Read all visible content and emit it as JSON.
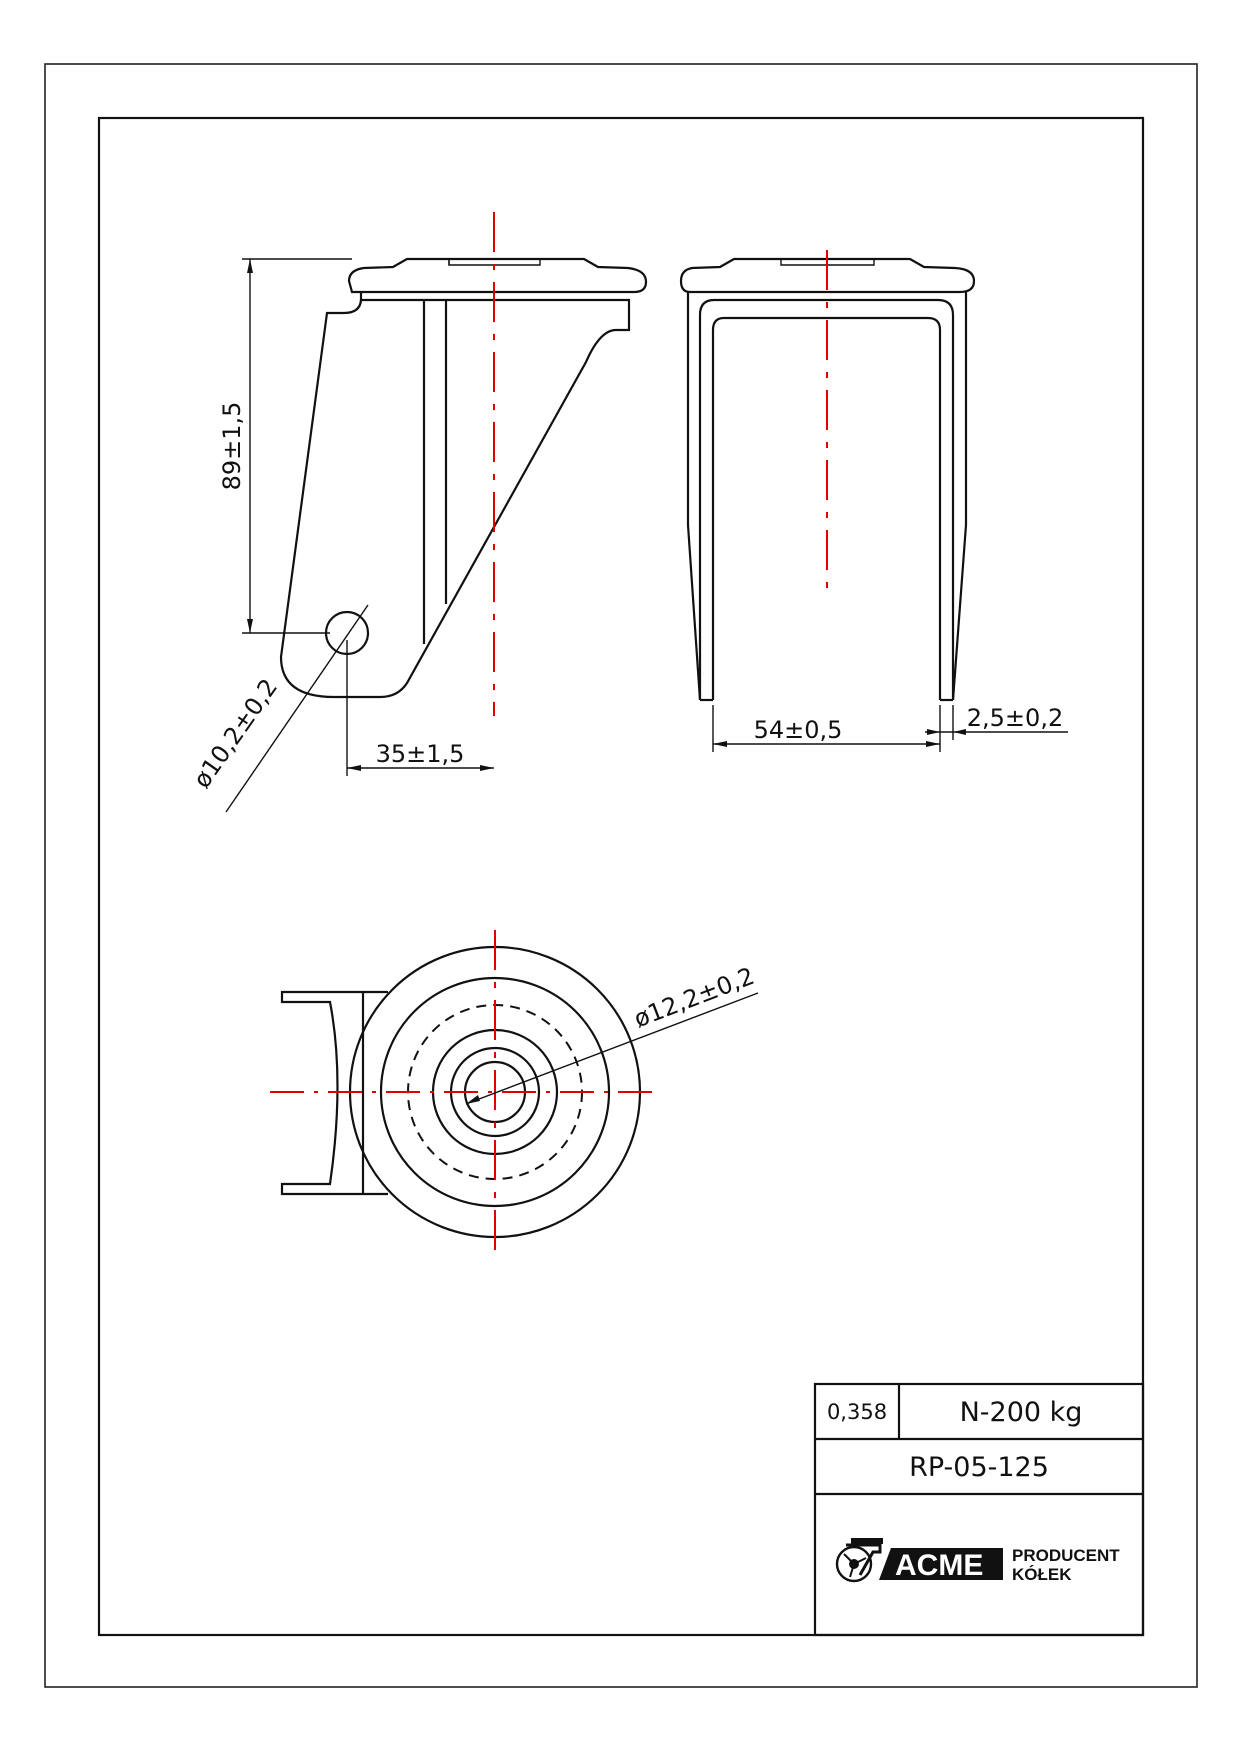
{
  "dimensions": {
    "height": "89±1,5",
    "hole_diameter": "ø10,2±0,2",
    "hole_offset": "35±1,5",
    "inner_width": "54±0,5",
    "wall_thickness": "2,5±0,2",
    "bore_diameter": "ø12,2±0,2"
  },
  "title_block": {
    "weight": "0,358",
    "load": "N-200 kg",
    "part_number": "RP-05-125",
    "logo": {
      "brand": "ACME",
      "line1": "PRODUCENT",
      "line2": "KÓŁEK"
    }
  },
  "colors": {
    "centerline": "#e00000",
    "lines": "#111111",
    "logo_badge": "#111111"
  }
}
